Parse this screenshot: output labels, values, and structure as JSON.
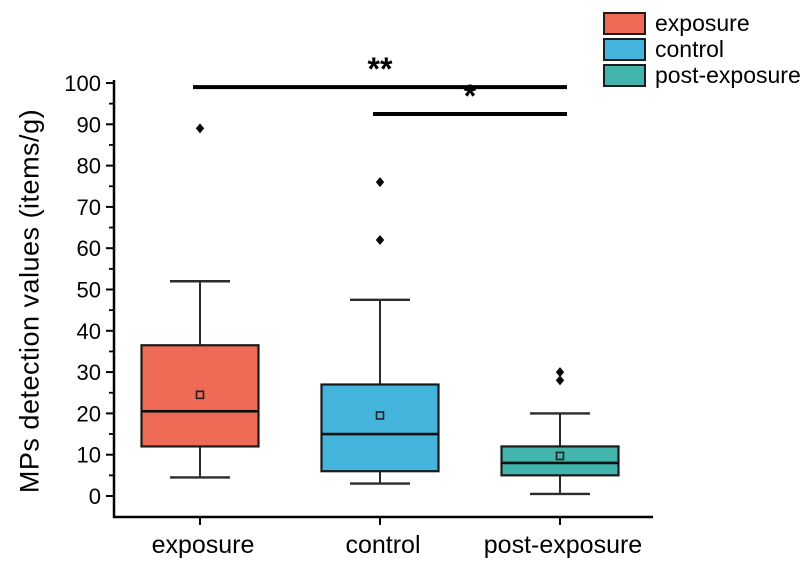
{
  "figure": {
    "background": "#ffffff"
  },
  "chart_data": {
    "type": "box",
    "title": "",
    "xlabel": "",
    "ylabel": "MPs detection values (items/g)",
    "ylim": [
      0,
      100
    ],
    "ytick_interval": 10,
    "yminor_interval": 5,
    "grid": false,
    "categories": [
      "exposure",
      "control",
      "post-exposure"
    ],
    "series": [
      {
        "name": "exposure",
        "color": "#EE6A55",
        "whisker_low": 4.5,
        "q1": 12,
        "median": 20.5,
        "mean": 24.5,
        "q3": 36.5,
        "whisker_high": 52,
        "outliers": [
          89
        ]
      },
      {
        "name": "control",
        "color": "#45B4DC",
        "whisker_low": 3,
        "q1": 6,
        "median": 15,
        "mean": 19.5,
        "q3": 27,
        "whisker_high": 47.5,
        "outliers": [
          62,
          76
        ]
      },
      {
        "name": "post-exposure",
        "color": "#41B5AC",
        "whisker_low": 0.5,
        "q1": 5,
        "median": 8,
        "mean": 9.7,
        "q3": 12,
        "whisker_high": 20,
        "outliers": [
          28,
          30
        ]
      }
    ],
    "significance_bars": [
      {
        "label": "**",
        "from": "exposure",
        "to": "post-exposure",
        "y": 99
      },
      {
        "label": "*",
        "from": "control",
        "to": "post-exposure",
        "y": 92.5
      }
    ],
    "legend": {
      "position": "top-right",
      "entries": [
        {
          "label": "exposure",
          "color": "#EE6A55"
        },
        {
          "label": "control",
          "color": "#45B4DC"
        },
        {
          "label": "post-exposure",
          "color": "#41B5AC"
        }
      ]
    }
  }
}
